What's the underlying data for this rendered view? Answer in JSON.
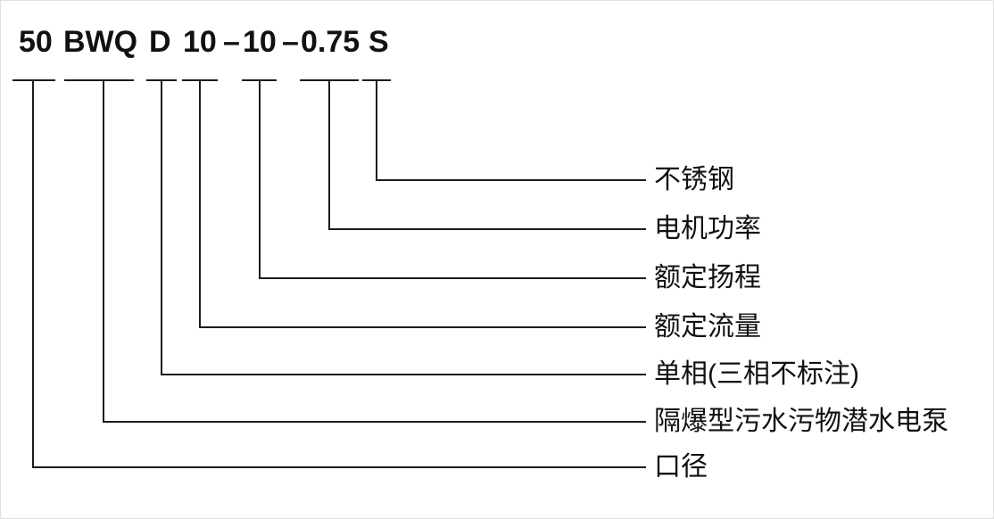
{
  "model_code": {
    "segments": [
      {
        "text": "50"
      },
      {
        "text": "BWQ"
      },
      {
        "text": "D"
      },
      {
        "text": "10"
      },
      {
        "text": "–"
      },
      {
        "text": "10"
      },
      {
        "text": "–"
      },
      {
        "text": "0.75"
      },
      {
        "text": "S"
      }
    ]
  },
  "legend": [
    {
      "segment": "S",
      "label": "不锈钢"
    },
    {
      "segment": "0.75",
      "label": "电机功率"
    },
    {
      "segment": "10",
      "label": "额定扬程"
    },
    {
      "segment": "10",
      "label": "额定流量"
    },
    {
      "segment": "D",
      "label": "单相(三相不标注)"
    },
    {
      "segment": "BWQ",
      "label": "隔爆型污水污物潜水电泵"
    },
    {
      "segment": "50",
      "label": "口径"
    }
  ],
  "colors": {
    "line": "#1c1c1c",
    "text": "#111111",
    "background": "#ffffff"
  }
}
